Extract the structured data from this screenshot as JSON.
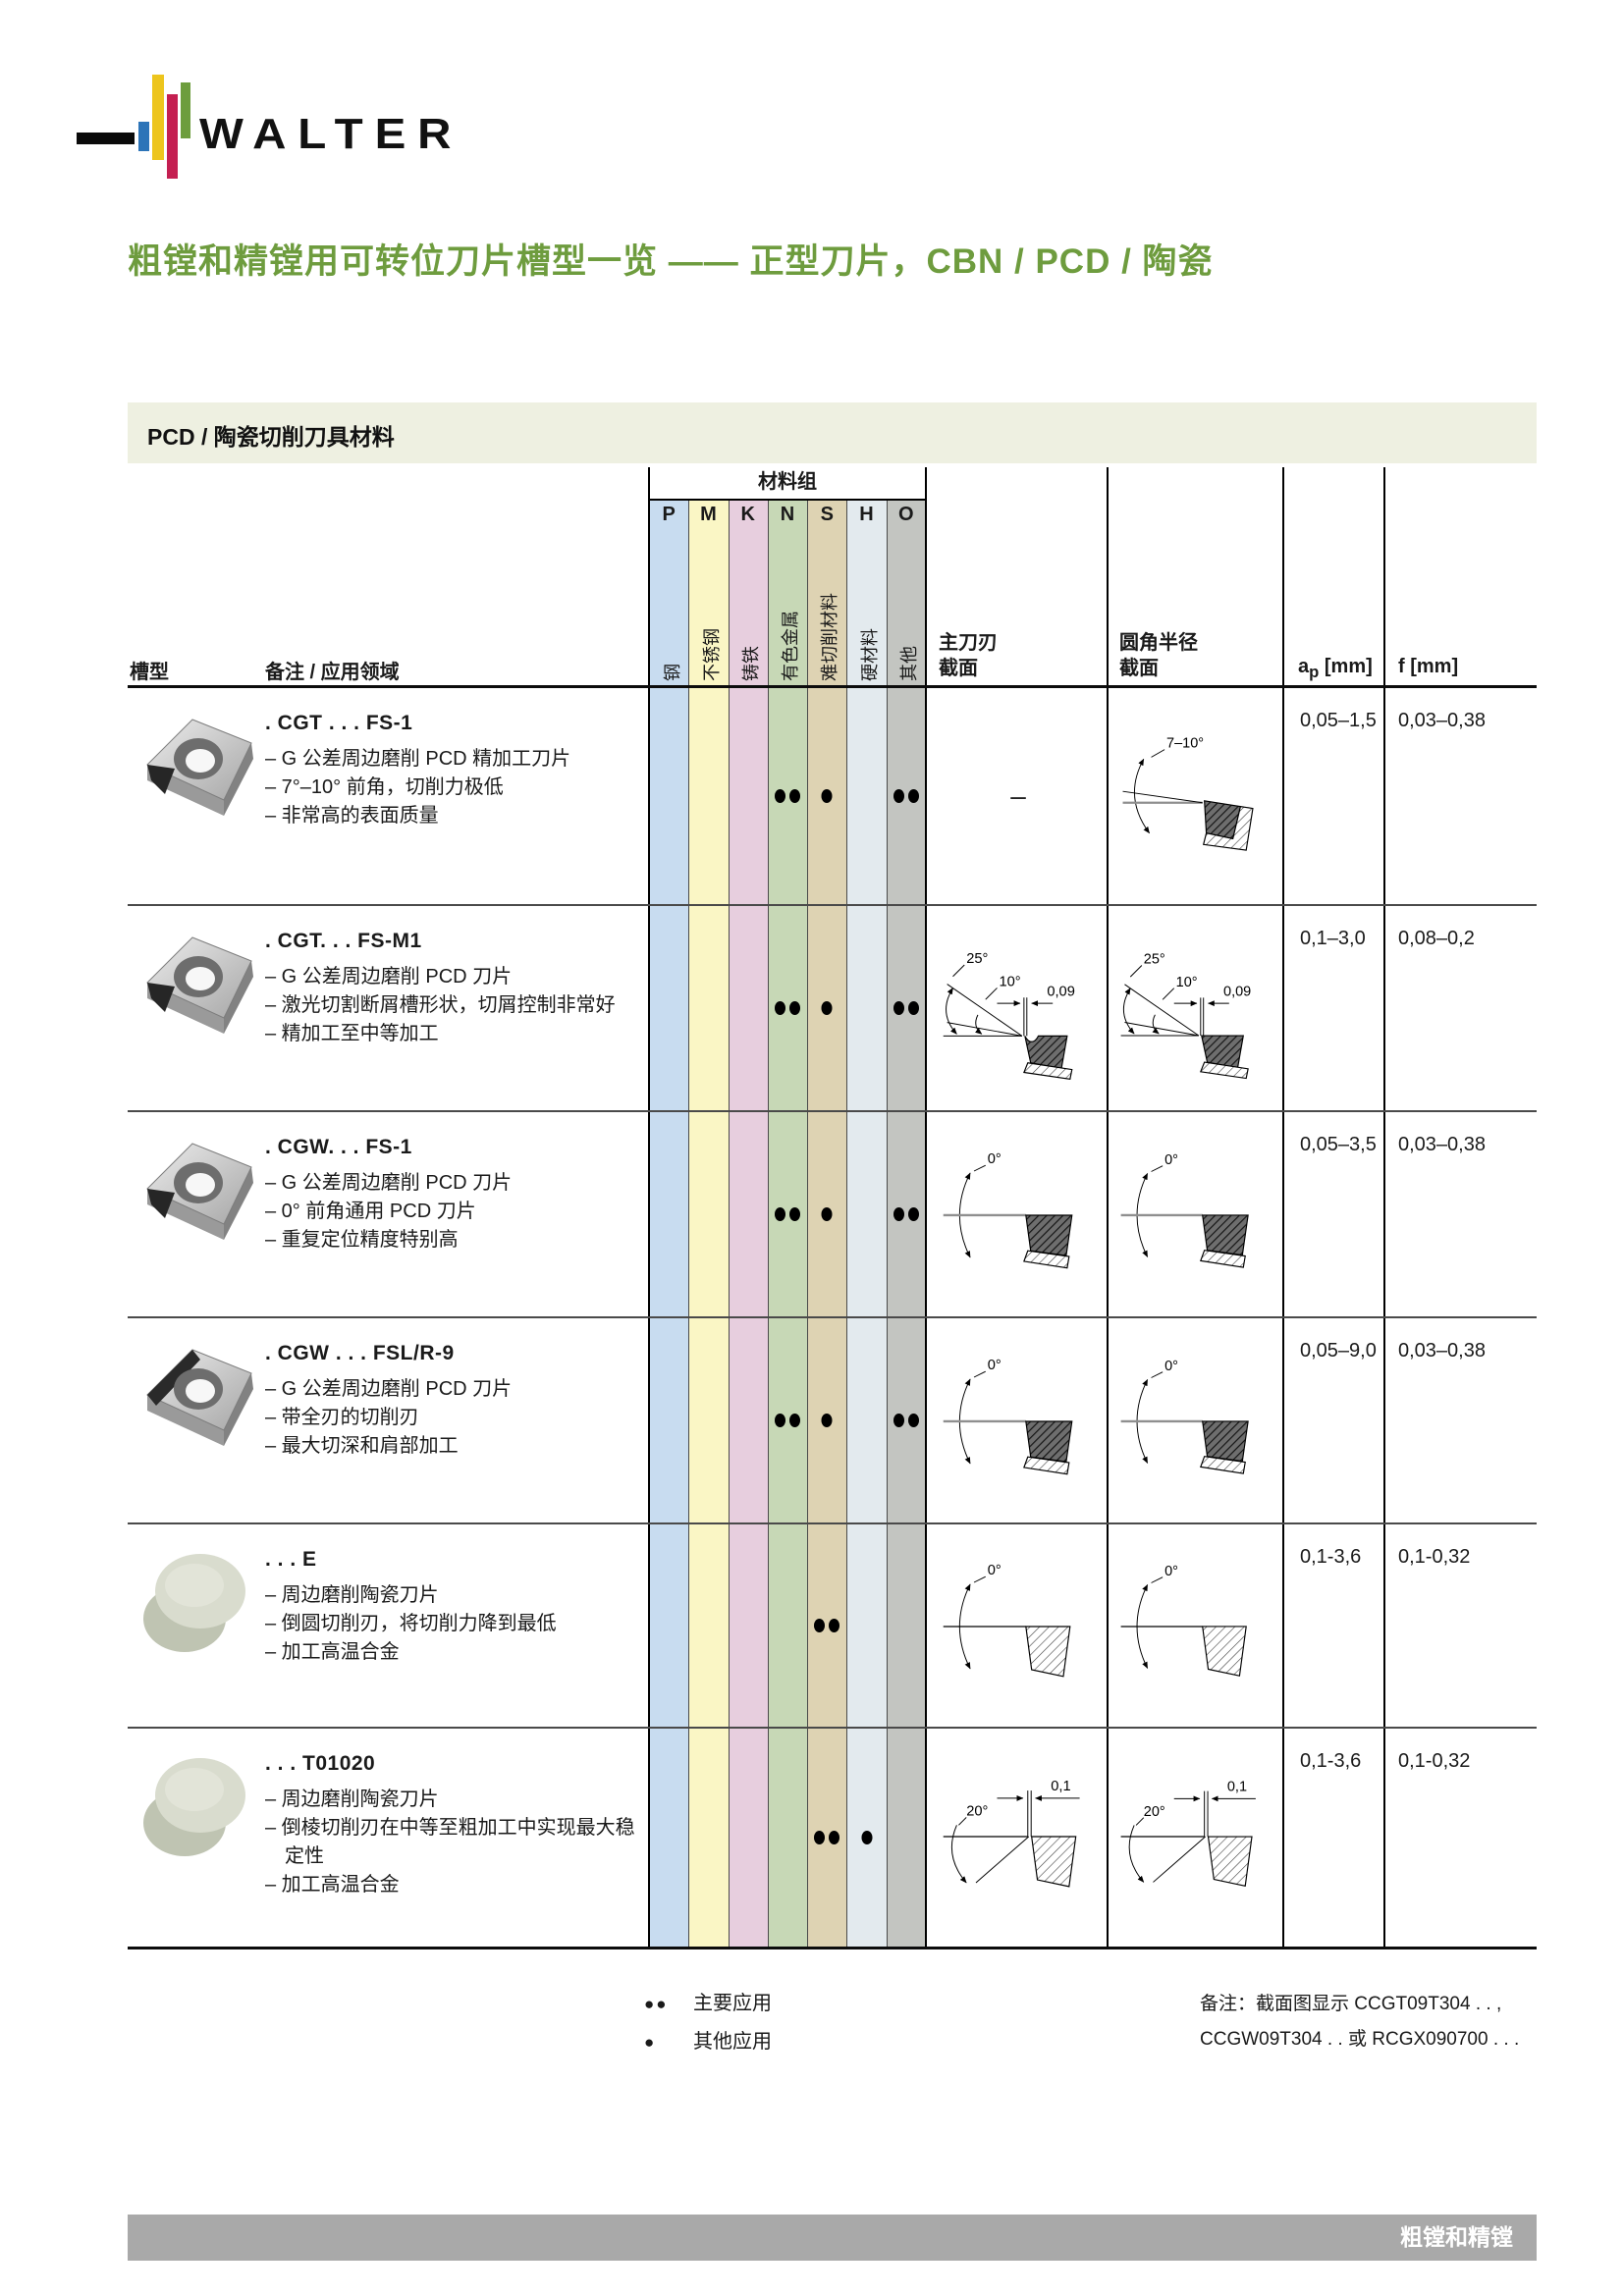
{
  "brand": {
    "logo_text": "WALTER"
  },
  "page": {
    "title": "粗镗和精镗用可转位刀片槽型一览 —— 正型刀片，CBN / PCD / 陶瓷",
    "section_header": "PCD / 陶瓷切削刀具材料",
    "footer_tab": "粗镗和精镗",
    "colors": {
      "title_green": "#6e9c3e",
      "section_bar": "#eef0e1",
      "footer_bar": "#a9a9a9",
      "logo_blue": "#2c74b8",
      "logo_yellow": "#edc51d",
      "logo_red": "#c41f51",
      "logo_green": "#6d9d3d"
    }
  },
  "table": {
    "headers": {
      "groove": "槽型",
      "notes": "备注 / 应用领域",
      "material_group": "材料组",
      "main_edge_line1": "主刀刃",
      "main_edge_line2": "截面",
      "corner_line1": "圆角半径",
      "corner_line2": "截面",
      "ap_base": "a",
      "ap_sub": "p",
      "ap_unit": " [mm]",
      "f": "f [mm]"
    },
    "materials": [
      {
        "code": "P",
        "label": "钢",
        "color": "#c8dcf0"
      },
      {
        "code": "M",
        "label": "不锈钢",
        "color": "#faf6c5"
      },
      {
        "code": "K",
        "label": "铸铁",
        "color": "#e7cede"
      },
      {
        "code": "N",
        "label": "有色金属",
        "color": "#c7d8b6"
      },
      {
        "code": "S",
        "label": "难切削材料",
        "color": "#ded3b3"
      },
      {
        "code": "H",
        "label": "硬材料",
        "color": "#e3eaee"
      },
      {
        "code": "O",
        "label": "其他",
        "color": "#c3c5c1"
      }
    ],
    "rows": [
      {
        "name": ". CGT . . . FS-1",
        "bullets": [
          "– G 公差周边磨削 PCD 精加工刀片",
          "– 7°–10° 前角，切削力极低",
          "– 非常高的表面质量"
        ],
        "dots": [
          {
            "col": "N",
            "level": "major"
          },
          {
            "col": "S",
            "level": "minor"
          },
          {
            "col": "O",
            "level": "major"
          }
        ],
        "main": {
          "type": "dash",
          "label": "–"
        },
        "corner": {
          "type": "rake",
          "labels": [
            "7–10°"
          ]
        },
        "ap": "0,05–1,5",
        "f": "0,03–0,38"
      },
      {
        "name": ". CGT. . . FS-M1",
        "bullets": [
          "– G 公差周边磨削 PCD 刀片",
          "– 激光切割断屑槽形状，切屑控制非常好",
          "– 精加工至中等加工"
        ],
        "dots": [
          {
            "col": "N",
            "level": "major"
          },
          {
            "col": "S",
            "level": "minor"
          },
          {
            "col": "O",
            "level": "major"
          }
        ],
        "main": {
          "type": "fsm1",
          "labels": [
            "25°",
            "10°",
            "0,09"
          ]
        },
        "corner": {
          "type": "fsm1",
          "labels": [
            "25°",
            "10°",
            "0,09"
          ]
        },
        "ap": "0,1–3,0",
        "f": "0,08–0,2"
      },
      {
        "name": ". CGW. . . FS-1",
        "bullets": [
          "– G 公差周边磨削 PCD 刀片",
          "– 0° 前角通用 PCD 刀片",
          "– 重复定位精度特别高"
        ],
        "dots": [
          {
            "col": "N",
            "level": "major"
          },
          {
            "col": "S",
            "level": "minor"
          },
          {
            "col": "O",
            "level": "major"
          }
        ],
        "main": {
          "type": "zero",
          "labels": [
            "0°"
          ]
        },
        "corner": {
          "type": "zero",
          "labels": [
            "0°"
          ]
        },
        "ap": "0,05–3,5",
        "f": "0,03–0,38"
      },
      {
        "name": ". CGW . . . FSL/R-9",
        "bullets": [
          "– G 公差周边磨削 PCD 刀片",
          "– 带全刃的切削刃",
          "– 最大切深和肩部加工"
        ],
        "dots": [
          {
            "col": "N",
            "level": "major"
          },
          {
            "col": "S",
            "level": "minor"
          },
          {
            "col": "O",
            "level": "major"
          }
        ],
        "main": {
          "type": "zero",
          "labels": [
            "0°"
          ]
        },
        "corner": {
          "type": "zero",
          "labels": [
            "0°"
          ]
        },
        "ap": "0,05–9,0",
        "f": "0,03–0,38"
      },
      {
        "name": ". . . E",
        "bullets": [
          "– 周边磨削陶瓷刀片",
          "– 倒圆切削刃，将切削力降到最低",
          "– 加工高温合金"
        ],
        "dots": [
          {
            "col": "S",
            "level": "major"
          }
        ],
        "main": {
          "type": "zeroLight",
          "labels": [
            "0°"
          ]
        },
        "corner": {
          "type": "zeroLight",
          "labels": [
            "0°"
          ]
        },
        "ap": "0,1-3,6",
        "f": "0,1-0,32"
      },
      {
        "name": ". . . T01020",
        "bullets": [
          "– 周边磨削陶瓷刀片",
          "– 倒棱切削刃在中等至粗加工中实现最大稳定性",
          "– 加工高温合金"
        ],
        "dots": [
          {
            "col": "S",
            "level": "major"
          },
          {
            "col": "H",
            "level": "minor"
          }
        ],
        "main": {
          "type": "cham",
          "labels": [
            "20°",
            "0,1"
          ]
        },
        "corner": {
          "type": "cham",
          "labels": [
            "20°",
            "0,1"
          ]
        },
        "ap": "0,1-3,6",
        "f": "0,1-0,32"
      }
    ]
  },
  "legend": {
    "major_symbol": "●●",
    "major_label": "主要应用",
    "minor_symbol": "●",
    "minor_label": "其他应用"
  },
  "note": {
    "line1": "备注：截面图显示 CCGT09T304 . . ,",
    "line2": "CCGW09T304 . . 或 RCGX090700 . . ."
  }
}
